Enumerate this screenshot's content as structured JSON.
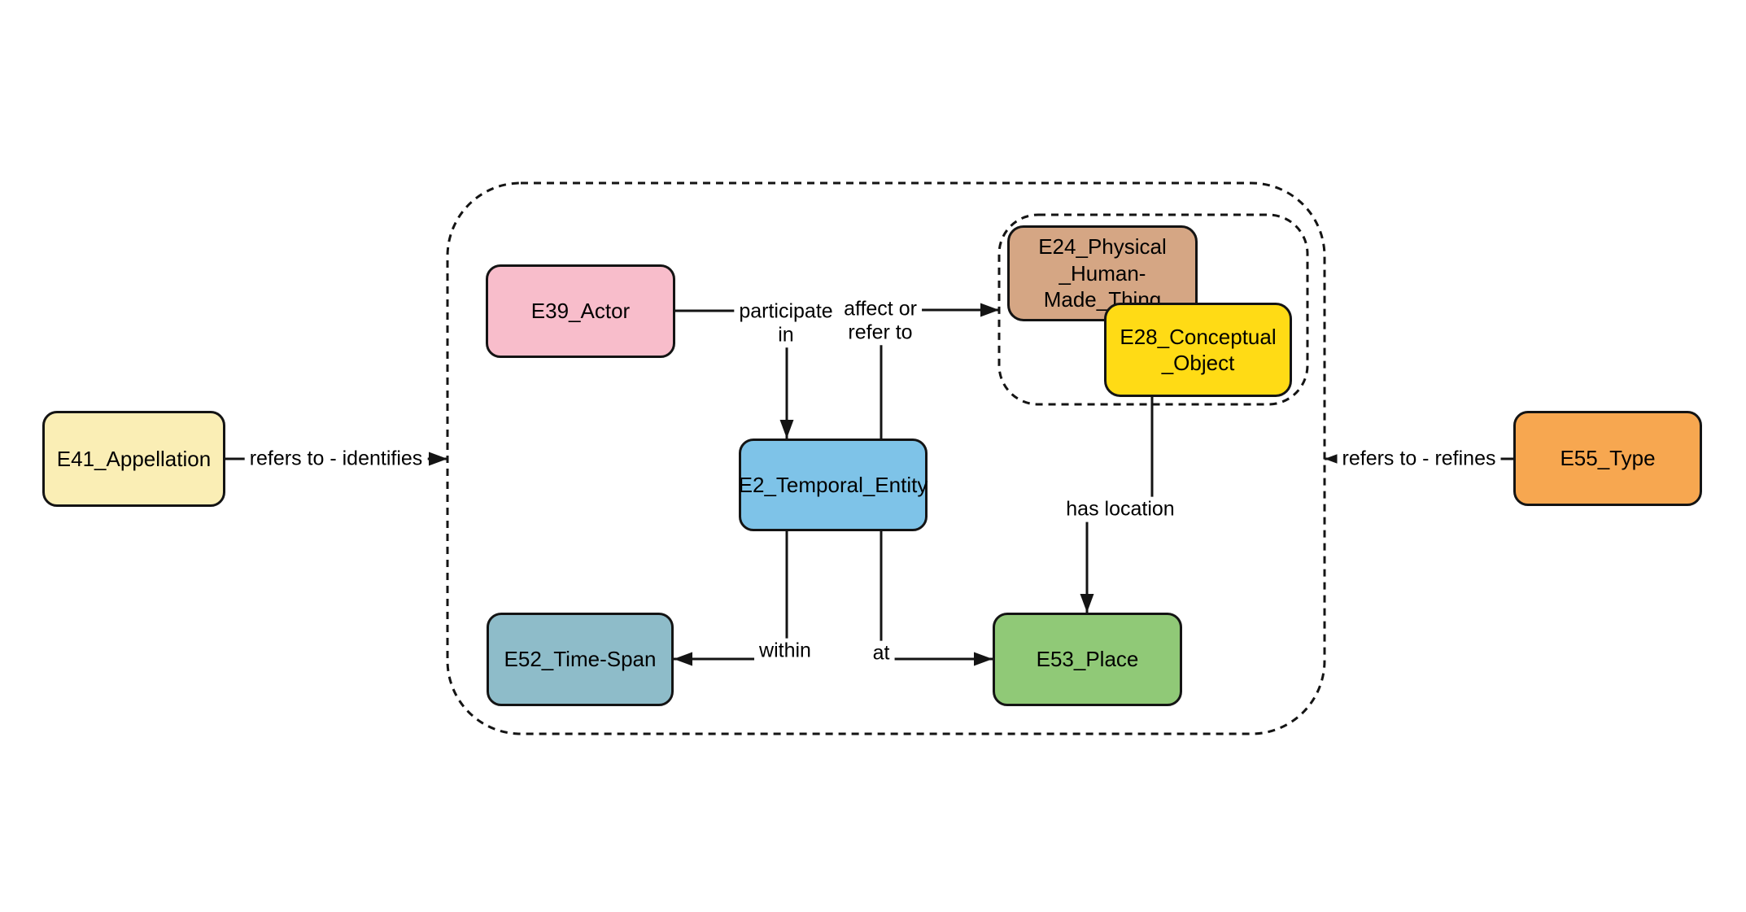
{
  "diagram": {
    "background_color": "#ffffff",
    "line_color": "#141414",
    "text_color": "#000000"
  },
  "nodes": {
    "e41": {
      "label": "E41_Appellation",
      "fill": "#faeeb5"
    },
    "e39": {
      "label": "E39_Actor",
      "fill": "#f8bdcb"
    },
    "e2": {
      "label": "E2_Temporal_Entity",
      "fill": "#7ec3e8"
    },
    "e52": {
      "label": "E52_Time-Span",
      "fill": "#8ebcc9"
    },
    "e53": {
      "label": "E53_Place",
      "fill": "#90c977"
    },
    "e24": {
      "label": "E24_Physical\n_Human-Made_Thing",
      "fill": "#d5a684"
    },
    "e28": {
      "label": "E28_Conceptual\n_Object",
      "fill": "#ffdb15"
    },
    "e55": {
      "label": "E55_Type",
      "fill": "#f7a750"
    }
  },
  "edges": {
    "identifies": {
      "label": "refers to - identifies"
    },
    "refines": {
      "label": "refers to - refines"
    },
    "participate": {
      "label": "participate\nin"
    },
    "affect": {
      "label": "affect or\nrefer to"
    },
    "within": {
      "label": "within"
    },
    "at": {
      "label": "at"
    },
    "has_location": {
      "label": "has location"
    }
  }
}
